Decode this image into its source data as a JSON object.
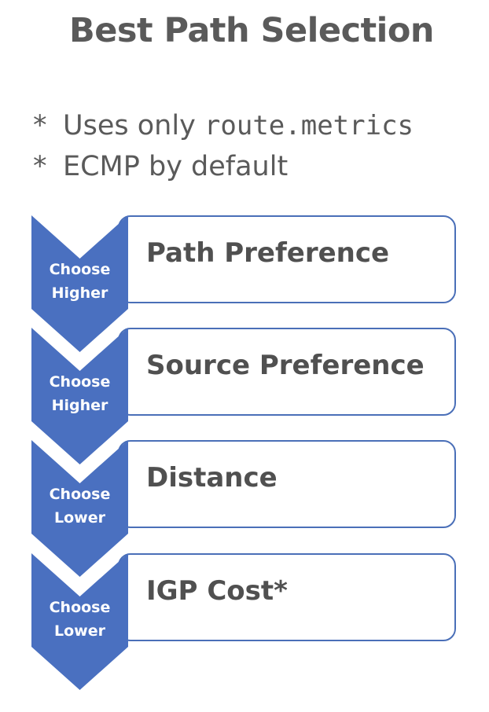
{
  "title": "Best Path Selection",
  "bullets": [
    {
      "star": "*",
      "text": "Uses only ",
      "code": "route.metrics"
    },
    {
      "star": "*",
      "text": "ECMP by default",
      "code": ""
    }
  ],
  "steps": [
    {
      "action_line1": "Choose",
      "action_line2": "Higher",
      "label": "Path Preference"
    },
    {
      "action_line1": "Choose",
      "action_line2": "Higher",
      "label": "Source Preference"
    },
    {
      "action_line1": "Choose",
      "action_line2": "Lower",
      "label": "Distance"
    },
    {
      "action_line1": "Choose",
      "action_line2": "Lower",
      "label": "IGP Cost*"
    }
  ],
  "colors": {
    "chevron_fill": "#4a70c0",
    "box_border": "#4a6fb8",
    "text": "#505050"
  }
}
